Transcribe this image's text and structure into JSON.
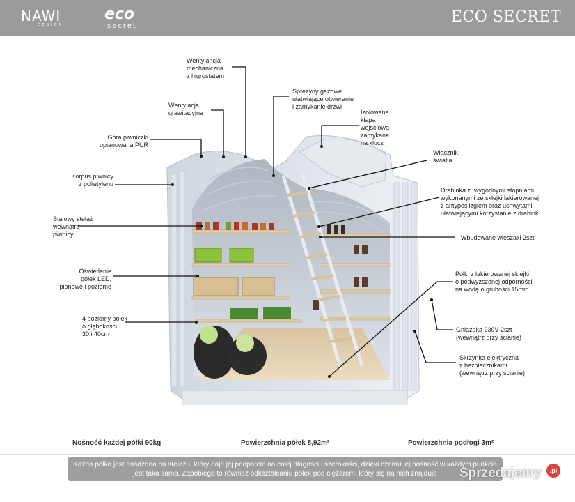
{
  "header": {
    "brand_nawi": "NAWI",
    "brand_nawi_sub": "DESIGN",
    "brand_eco": "eco",
    "brand_eco_sub": "secret",
    "title": "ECO SECRET",
    "background": "#9b9b9d"
  },
  "labels": {
    "wentylacja_mech": "Wentylancja\nmechaniczna\nz higrostatem",
    "sprezyny": "Sprężyny gazowe\nułatwiające otwieranie\ni zamykanie drzwi",
    "wentylacja_graw": "Wentylacja\ngrawitacyjna",
    "klapa": "Izolowana\nklapa\nwejściowa\nzamykana\nna klucz",
    "gora": "Góra piwniczki\nopianowana PUR",
    "wlacznik": "Włącznik\nświatła",
    "korpus": "Korpus piwnicy\nz polietylenu",
    "drabinka": "Drabinka z  wygodnymi stopniami\nwykonanymi ze sklejki lakierowanej\nz antypoślizgiem oraz uchwytami\nułatwiającymi korzystanie z drabinki",
    "stelaz": "Stalowy stelaż\nwewnątrz\npiwnicy",
    "wieszaki": "Wbudowane wieszaki 2szt",
    "oswietlenie": "Oświetlenie\npółek LED,\npionowe i poziome",
    "polki_sklejki": "Półki z lakierowanej sklejki\no podwyższonej odporności\nna wodę o grubości 15mm",
    "poziomy": "4 poziomy półek\no głębokości\n30 i 40cm",
    "gniazdka": "Gniazdka 230V-2szt\n(wewnątrz przy ścianie)",
    "skrzynka": "Skrzynka elektryczna\nz bezpiecznikami\n(wewnątrz przy ścianie)"
  },
  "features": {
    "nosnosc": "Nośność każdej półki 90kg",
    "powierzchnia_polek": "Powierzchnia półek 8,92m²",
    "powierzchnia_podlogi": "Powierzchnia podłogi 3m²"
  },
  "note": "Każda półka jest osadzona na stelażu, który daje jej podparcie na całej długości i szerokości, dzięki czemu jej nośność w każdym punkcie jest taka sama. Zapobiega to również odkształcaniu półek pod ciężarem, który się na nich znajduje",
  "watermark": {
    "text": "Sprzedajemy",
    "badge": ".pl"
  },
  "colors": {
    "accent_gray": "#9b9b9d",
    "leader_line": "#111111",
    "badge_red": "#e0403d"
  }
}
